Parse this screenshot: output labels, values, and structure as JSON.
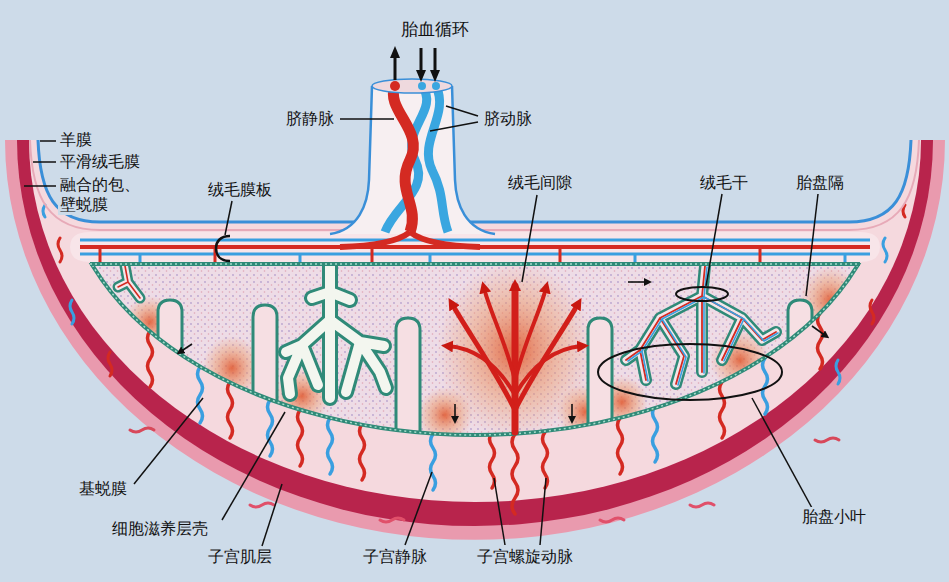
{
  "diagram": {
    "labels": [
      "胎血循环",
      "脐静脉",
      "脐动脉",
      "羊膜",
      "平滑绒毛膜",
      "融合的包、 壁蜕膜",
      "绒毛膜板",
      "绒毛间隙",
      "绒毛干",
      "胎盘隔",
      "基蜕膜",
      "细胞滋养层壳",
      "子宫肌层",
      "子宫静脉",
      "子宫螺旋动脉",
      "胎盘小叶"
    ]
  }
}
